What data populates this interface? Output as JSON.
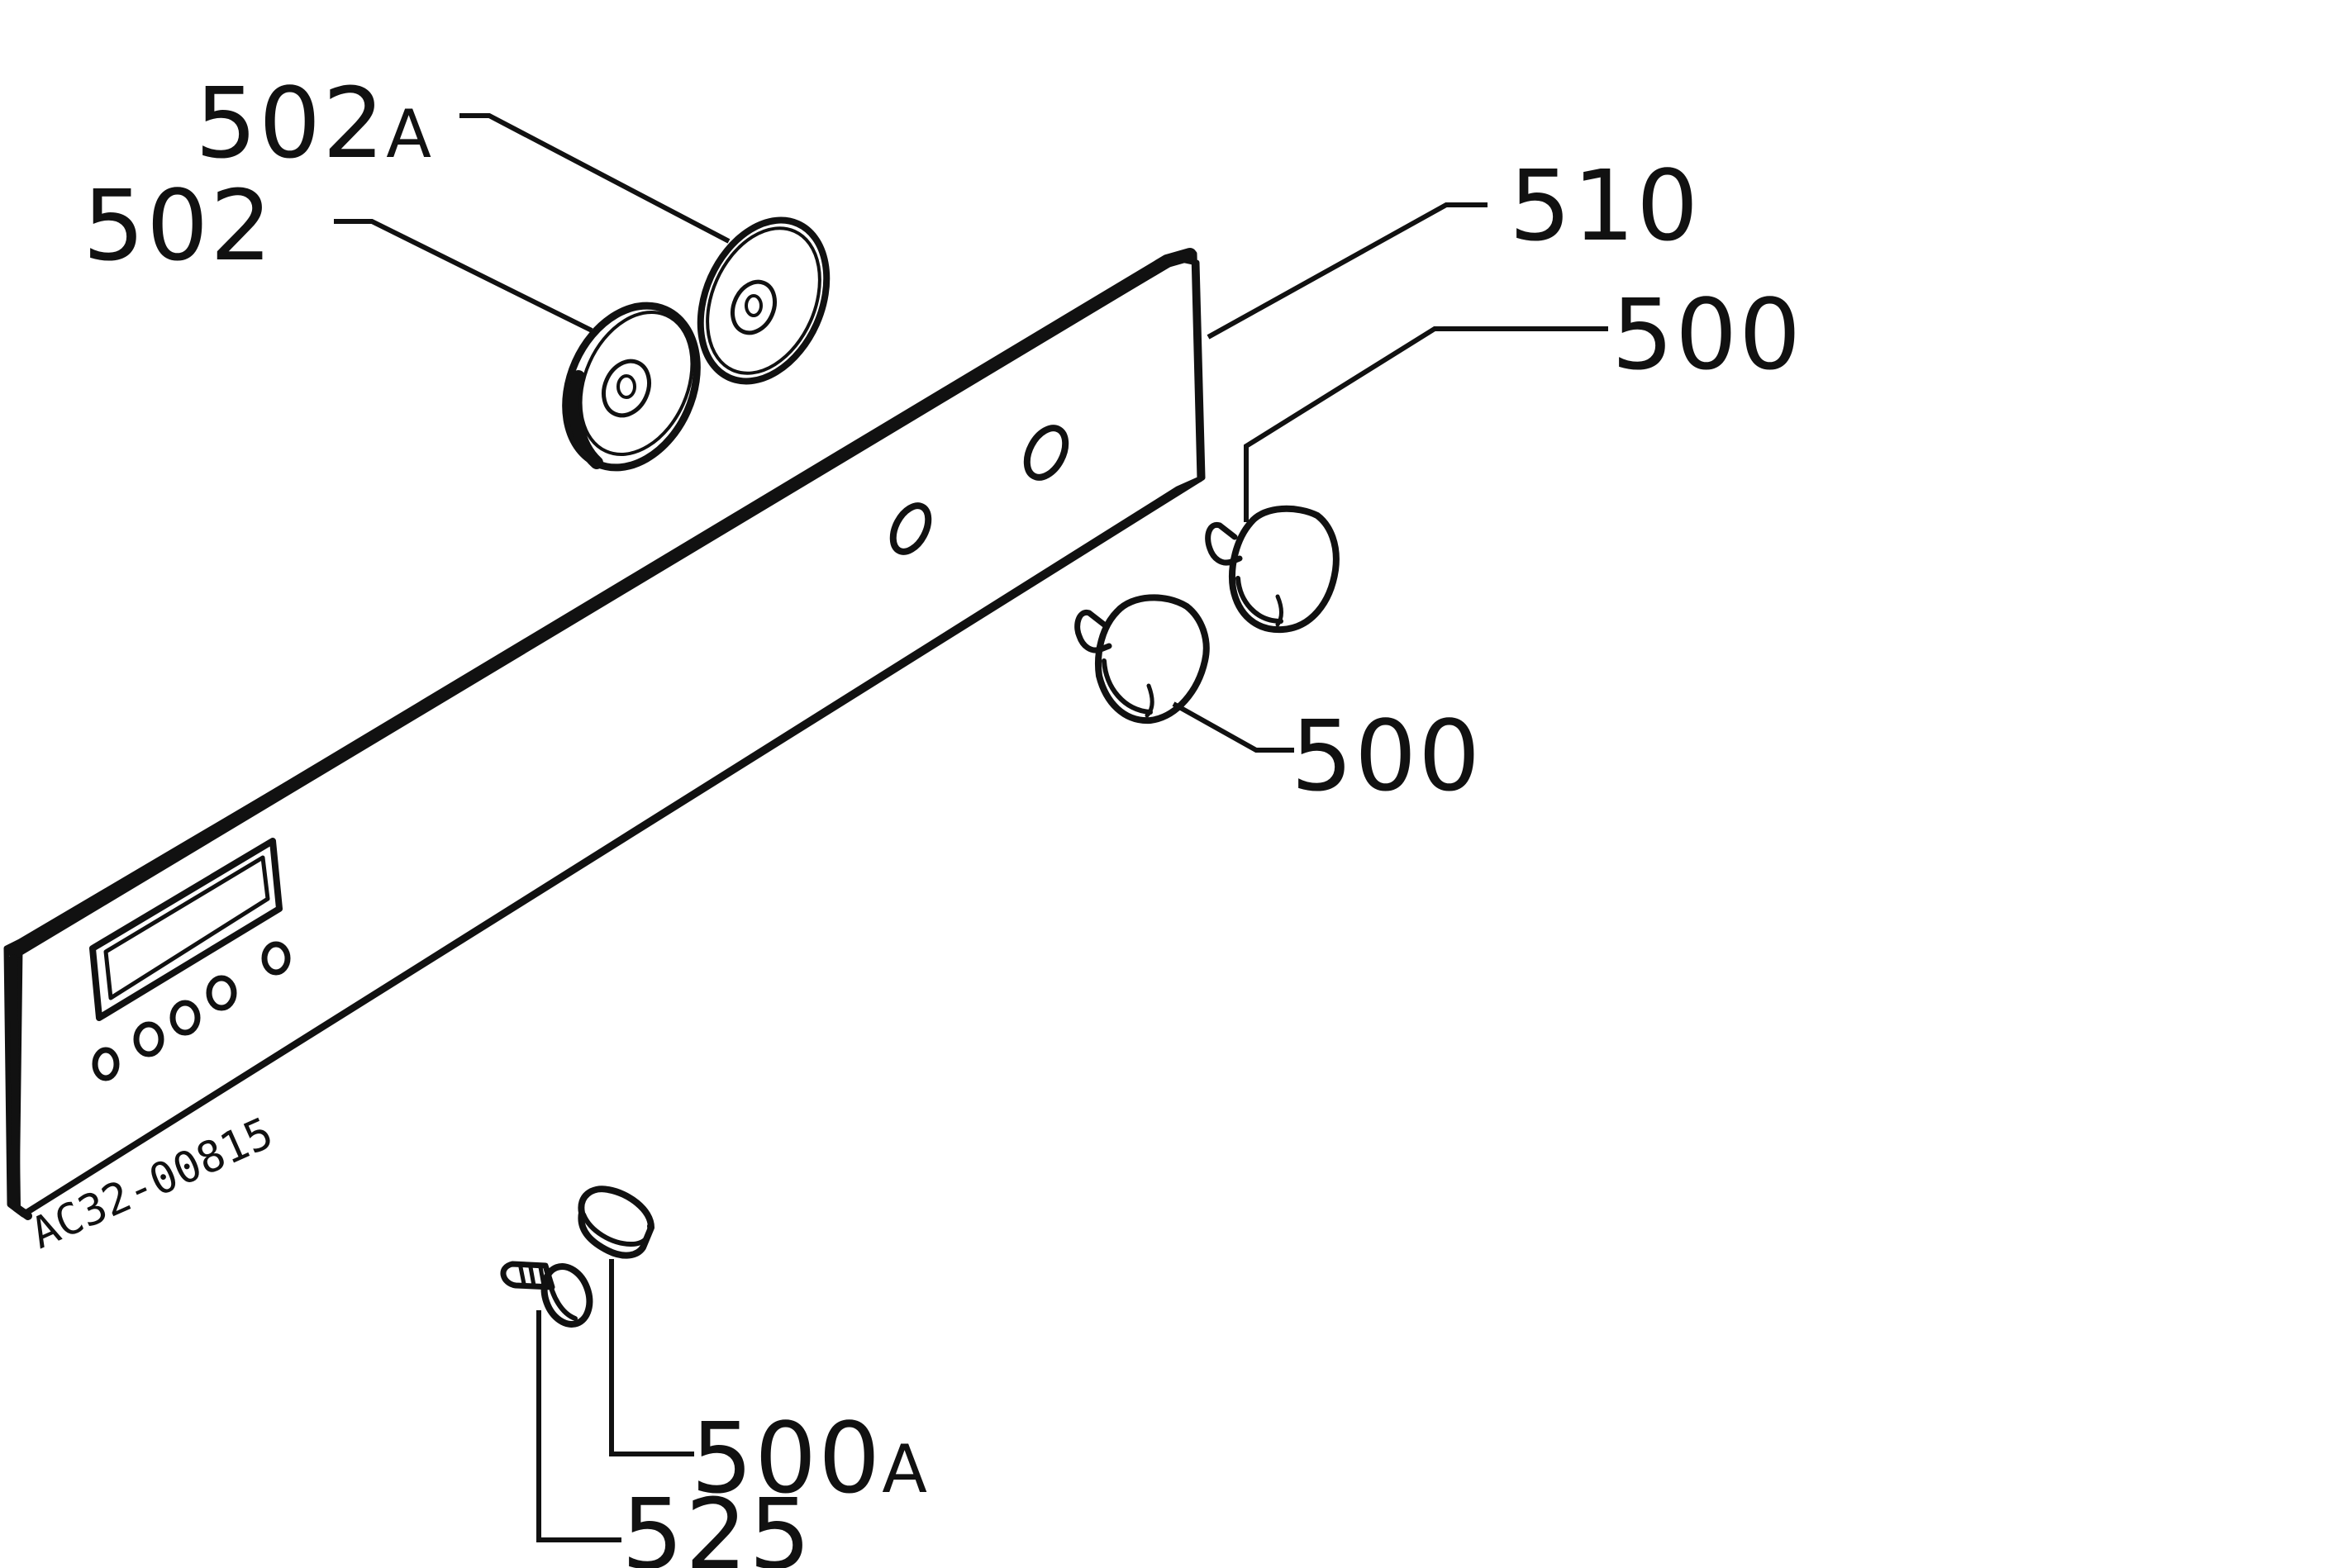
{
  "drawing": {
    "reference_code": "AC32-00815"
  },
  "parts": [
    {
      "key": "p502a",
      "number": "502",
      "suffix": "A",
      "part": "knob-disc"
    },
    {
      "key": "p502",
      "number": "502",
      "suffix": "",
      "part": "knob-disc"
    },
    {
      "key": "p510",
      "number": "510",
      "suffix": "",
      "part": "control-panel"
    },
    {
      "key": "p500_upper",
      "number": "500",
      "suffix": "",
      "part": "knob"
    },
    {
      "key": "p500_lower",
      "number": "500",
      "suffix": "",
      "part": "knob"
    },
    {
      "key": "p500a",
      "number": "500",
      "suffix": "A",
      "part": "spacer-bushing"
    },
    {
      "key": "p525",
      "number": "525",
      "suffix": "",
      "part": "screw"
    }
  ],
  "style": {
    "ink_color": "#111111",
    "background": "#ffffff"
  }
}
